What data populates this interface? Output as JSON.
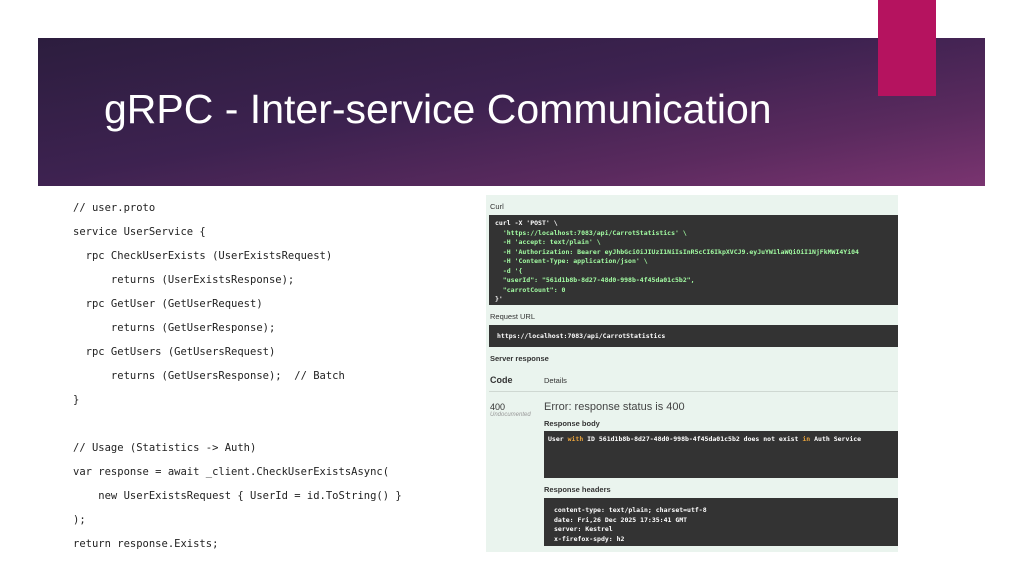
{
  "slide": {
    "title": "gRPC - Inter-service Communication",
    "colors": {
      "banner": "#3d2250",
      "accent": "#b5135f"
    }
  },
  "code": [
    "// user.proto",
    "service UserService {",
    "  rpc CheckUserExists (UserExistsRequest)",
    "      returns (UserExistsResponse);",
    "  rpc GetUser (GetUserRequest)",
    "      returns (GetUserResponse);",
    "  rpc GetUsers (GetUsersRequest)",
    "      returns (GetUsersResponse);  // Batch",
    "}",
    "",
    "// Usage (Statistics -> Auth)",
    "var response = await _client.CheckUserExistsAsync(",
    "    new UserExistsRequest { UserId = id.ToString() }",
    ");",
    "return response.Exists;"
  ],
  "swagger": {
    "curl_label": "Curl",
    "curl_lines": [
      "curl -X 'POST' \\",
      "  'https://localhost:7083/api/CarrotStatistics' \\",
      "  -H 'accept: text/plain' \\",
      "  -H 'Authorization: Bearer eyJhbGciOiJIUzI1NiIsInR5cCI6IkpXVCJ9.eyJuYW1laWQiOiI1NjFkMWI4Yi04",
      "  -H 'Content-Type: application/json' \\",
      "  -d '{",
      "  \"userId\": \"561d1b8b-8d27-48d0-998b-4f45da01c5b2\",",
      "  \"carrotCount\": 0",
      "}'"
    ],
    "request_url_label": "Request URL",
    "request_url": "https://localhost:7083/api/CarrotStatistics",
    "server_response_label": "Server response",
    "col_code": "Code",
    "col_details": "Details",
    "code": "400",
    "code_note": "Undocumented",
    "error": "Error: response status is 400",
    "response_body_label": "Response body",
    "response_body": {
      "a": "User ",
      "b": "with",
      "c": " ID 561d1b8b-8d27-48d0-998b-4f45da01c5b2 does not exist ",
      "d": "in",
      "e": " Auth Service"
    },
    "response_headers_label": "Response headers",
    "headers": [
      "content-type: text/plain; charset=utf-8",
      "date: Fri,26 Dec 2025 17:35:41 GMT",
      "server: Kestrel",
      "x-firefox-spdy: h2"
    ]
  }
}
